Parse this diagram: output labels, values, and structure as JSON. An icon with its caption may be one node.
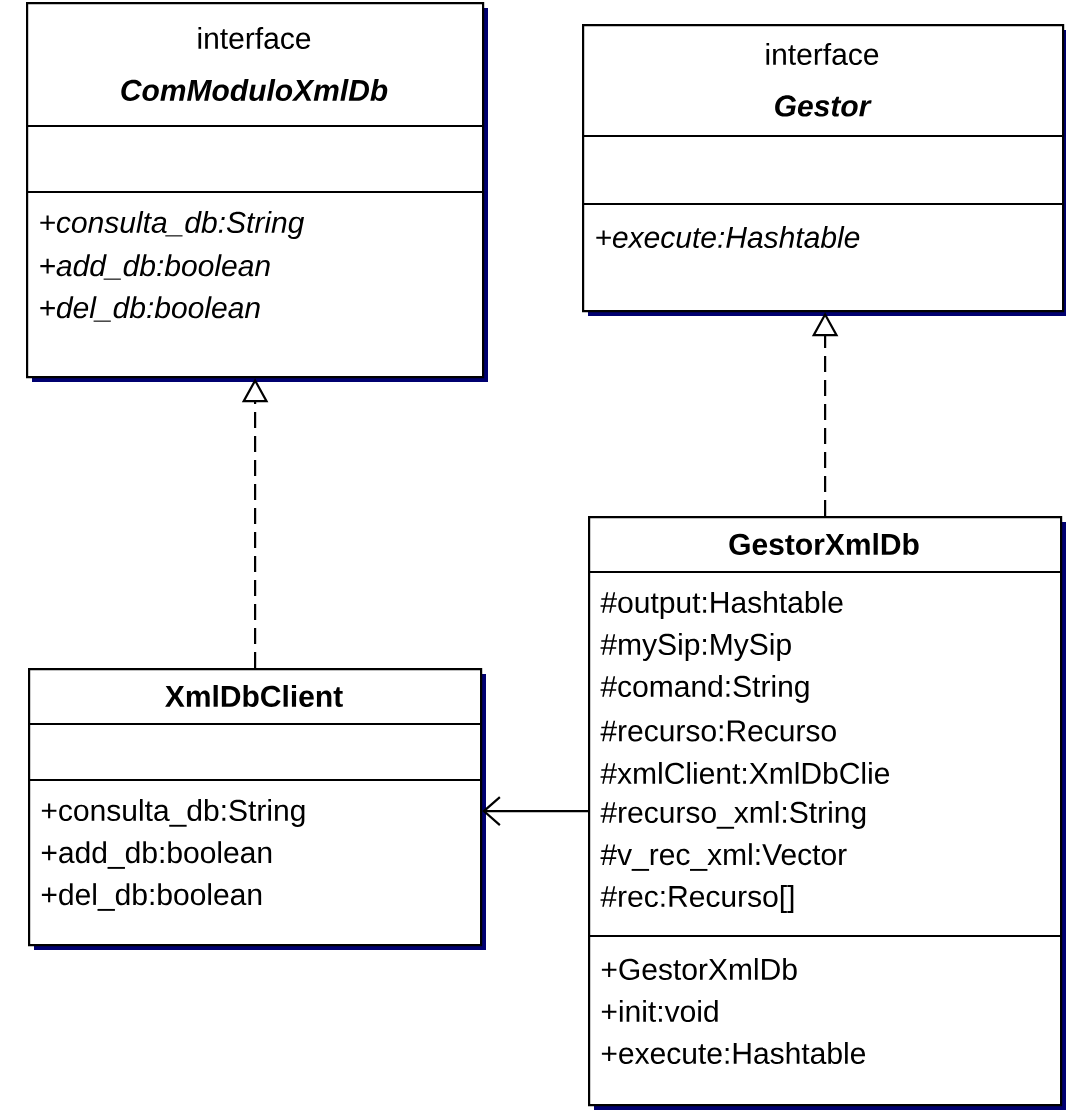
{
  "diagram": {
    "nodes": [
      {
        "text": [
          "interface",
          "ComModuloXmlDb",
          "+consulta_db:String",
          "+add_db:boolean",
          "+del_db:boolean"
        ]
      },
      {
        "text": [
          "interface",
          "Gestor",
          "+execute:Hashtable"
        ]
      },
      {
        "text": [
          "XmlDbClient",
          "+consulta_db:String",
          "+add_db:boolean",
          "+del_db:boolean"
        ]
      },
      {
        "text": [
          "GestorXmlDb",
          "#output:Hashtable",
          "#mySip:MySip",
          "#comand:String",
          "#recurso:Recurso",
          "#xmlClient:XmlDbClie",
          "#recurso_xml:String",
          "#v_rec_xml:Vector",
          "#rec:Recurso[]",
          "+GestorXmlDb",
          "+init:void",
          "+execute:Hashtable"
        ]
      }
    ],
    "edges": [
      {
        "from": 2,
        "to": 0,
        "arrow": "to",
        "style": "dashed"
      },
      {
        "from": 3,
        "to": 1,
        "arrow": "to",
        "style": "dashed"
      },
      {
        "from": 3,
        "to": 2,
        "arrow": "to"
      }
    ]
  }
}
